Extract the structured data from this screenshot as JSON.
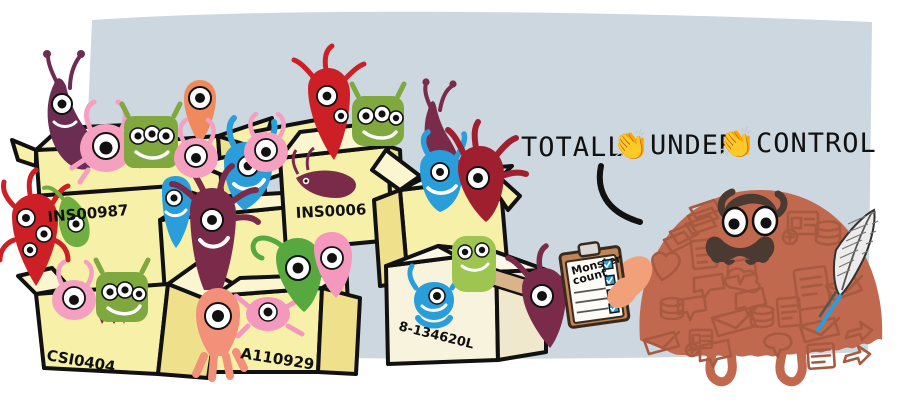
{
  "scene": {
    "title": "Monster inventory chaos illustration",
    "background_color": "#ccd7e0",
    "canvas_color": "#ffffff",
    "headline": {
      "part1": "TOTALLY",
      "part2": "UNDER",
      "part3": "CONTROL",
      "emoji": "👏",
      "emoji_name": "clapping-hands-emoji",
      "text_color": "#111111"
    },
    "pointer_arc": {
      "name": "curved-pointer-line",
      "color": "#111111"
    }
  },
  "boxes": [
    {
      "id": "box-ins00987",
      "label": "INS00987",
      "color": "#f7f0a8"
    },
    {
      "id": "box-ins0006",
      "label": "INS0006",
      "color": "#f7f0a8"
    },
    {
      "id": "box-csi0404",
      "label": "CSI0404",
      "color": "#f7f0a8"
    },
    {
      "id": "box-a110929",
      "label": "A110929",
      "color": "#f7f0a8"
    },
    {
      "id": "box-b134620l",
      "label": "8-134620L",
      "color": "#f7f3dc"
    }
  ],
  "clipboard": {
    "name": "monster-count-clipboard",
    "title_line1": "Monster",
    "title_line2": "count",
    "board_color": "#c08457",
    "paper_color": "#fdfcf7",
    "checkbox_color": "#2a9ddb",
    "rows": 4
  },
  "data_monster": {
    "name": "overwhelmed-data-monster",
    "body_color": "#c1694f",
    "outline_color": "#a85a41",
    "eye_white": "#ffffff",
    "pupil_color": "#111111",
    "hair_color": "#4a3a32",
    "mustache_color": "#4a3a32",
    "quill_name": "quill-pen-icon",
    "quill_color": "#e8e8e8",
    "quill_nib_color": "#2a9ddb",
    "expression": "worried"
  },
  "monsters": [
    {
      "name": "purple-slug-monster",
      "color": "#6b2d52"
    },
    {
      "name": "pink-antenna-monster",
      "color": "#f5a0c0"
    },
    {
      "name": "green-three-eye-monster",
      "color": "#7fa83f"
    },
    {
      "name": "orange-blob-monster",
      "color": "#f08a5d"
    },
    {
      "name": "red-tentacle-monster",
      "color": "#cc2026"
    },
    {
      "name": "blue-horn-monster",
      "color": "#2a9ddb"
    },
    {
      "name": "maroon-squid-monster",
      "color": "#7b2b4a"
    },
    {
      "name": "coral-one-eye-monster",
      "color": "#f2907a"
    },
    {
      "name": "green-noodle-monster",
      "color": "#57a93f"
    },
    {
      "name": "dark-red-spider-monster",
      "color": "#a01f2e"
    }
  ]
}
